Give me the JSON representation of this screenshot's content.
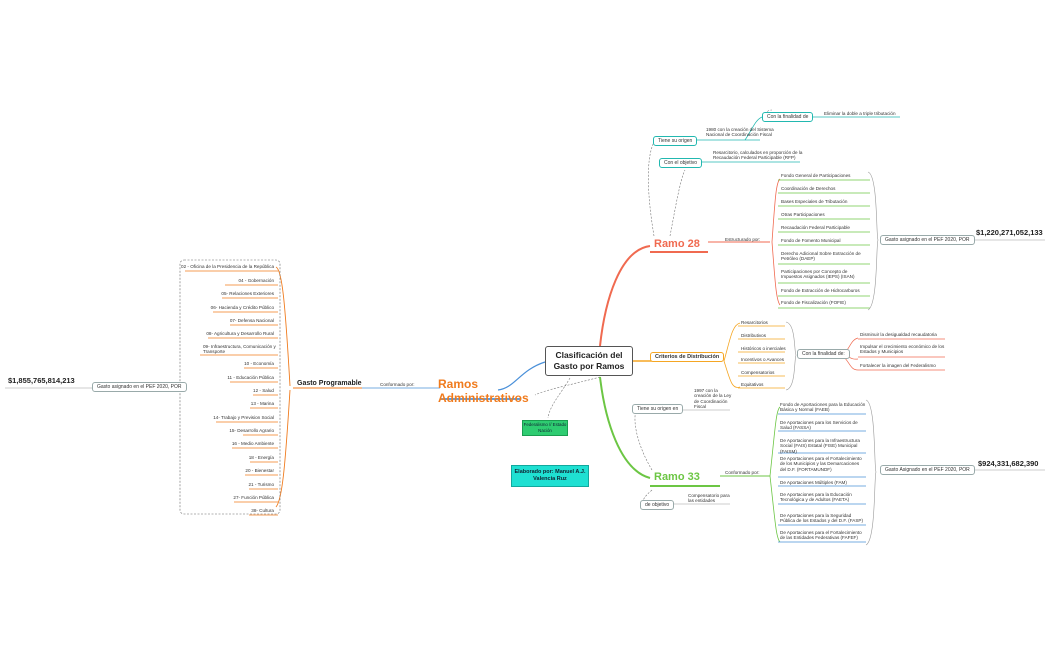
{
  "central_topic": "Clasificación del Gasto por Ramos",
  "ramos_admin": {
    "title": "Ramos Administrativos",
    "conformado_label": "Conformado por:",
    "gasto_programable": "Gasto Programable",
    "gasto_asignado": "Gasto asignado en el PEF 2020, POR",
    "amount": "$1,855,765,814,213",
    "items": [
      "02 - Oficina de la Presidencia de la República",
      "04 - Gobernación",
      "05- Relaciones Exteriores",
      "06- Hacienda y Crédito Público",
      "07- Defensa Nacional",
      "08- Agricultura y Desarrollo Rural",
      "09- Infraestructura, Comunicación y Transporte",
      "10 - Economía",
      "11 - Educación Pública",
      "12 - Salud",
      "13 - Marina",
      "14- Trabajo y Prevision Social",
      "15- Desarrollo Agrario",
      "16 - Medio Ambiente",
      "18 - Energía",
      "20 - Bienestar",
      "21 - Turismo",
      "27- Función Pública",
      "38- Cultura"
    ]
  },
  "ramo28": {
    "title": "Ramo 28",
    "origen_label": "Tiene su origen",
    "origen_text": "1980 con la creación del Sistema Nacional de Coordinación Fiscal",
    "finalidad_label": "Con la finalidad de",
    "finalidad_text": "Eliminar la doble a triple tributación",
    "objetivo_label": "Con el objetivo",
    "objetivo_text": "Resarcitorio, calculados en proporción de la Recaudación Federal Participable (RFP)",
    "estructurado_label": "Estructurado por:",
    "items": [
      "Fondo General de Participaciones",
      "Coordinación de Derechos",
      "Bases Especiales de Tributación",
      "Otras Participaciones",
      "Recaudación Federal Participable",
      "Fondo de Fomento Municipal",
      "Derecho Adicional Sobre Extracción de Petróleo (DAEP)",
      "Participaciones por Concepto de Impuestos Asignados (IEPS) (ISAN)",
      "Fondo de Extracción de Hidrocarburos",
      "Fondo de Fiscalización (FOFIE)"
    ],
    "gasto_asignado": "Gasto asignado en el PEF 2020, POR",
    "amount": "$1,220,271,052,133"
  },
  "criterios": {
    "title": "Criterios de Distribución",
    "items": [
      "Resarcitorios",
      "Distributivos",
      "Históricos o inerciales",
      "Incentivos o Avances",
      "Compensatorios",
      "Equitativos"
    ],
    "finalidad_label": "Con la finalidad de:",
    "finalidad_items": [
      "Disminuir la desigualdad recaudatoria",
      "Impulsar el crecimiento económico de los Estados y Municipios",
      "Fortalecer la imagen del Federalismo"
    ]
  },
  "ramo33": {
    "title": "Ramo 33",
    "origen_label": "Tiene su origen en",
    "origen_text": "1997 con la creación de la Ley de Coordinación Fiscal",
    "objetivo_label": "de objetivo",
    "objetivo_text": "Compensatorio para las entidades",
    "conformado_label": "Conformado por:",
    "items": [
      "Fondo de Aportaciones para la Educación Básica y Normal (FAEB)",
      "De Aportaciones para los Servicios de Salud (FASSA)",
      "De Aportaciones para la Infraestructura Social (FAIS) Estatal (FISE) Municipal (FAISM)",
      "De Aportaciones para el Fortalecimiento de los Municipios y las Demarcaciones del D.F. (FORTAMUNDF)",
      "De Aportaciones Múltiples (FAM)",
      "De Aportaciones para la Educación Tecnológica y de Adultos (FAETA)",
      "De Aportaciones para la Seguridad Pública de los Estados y del D.F. (FASP)",
      "De Aportaciones para el Fortalecimiento de las Entidades Federativas (FAFEF)"
    ],
    "gasto_asignado": "Gasto Asignado en el PEF 2020, POR",
    "amount": "$924,331,682,390"
  },
  "note_green": "Federalismo // Estado Nación",
  "note_cyan": "Elaborado por: Manuel A.J. Valencia Ruz",
  "colors": {
    "orange": "#f07b1d",
    "ramo28": "#f06a50",
    "ramo33": "#6cc644",
    "blue": "#4a90d9",
    "teal": "#22b8b0",
    "criterios_orange": "#f5a623"
  }
}
